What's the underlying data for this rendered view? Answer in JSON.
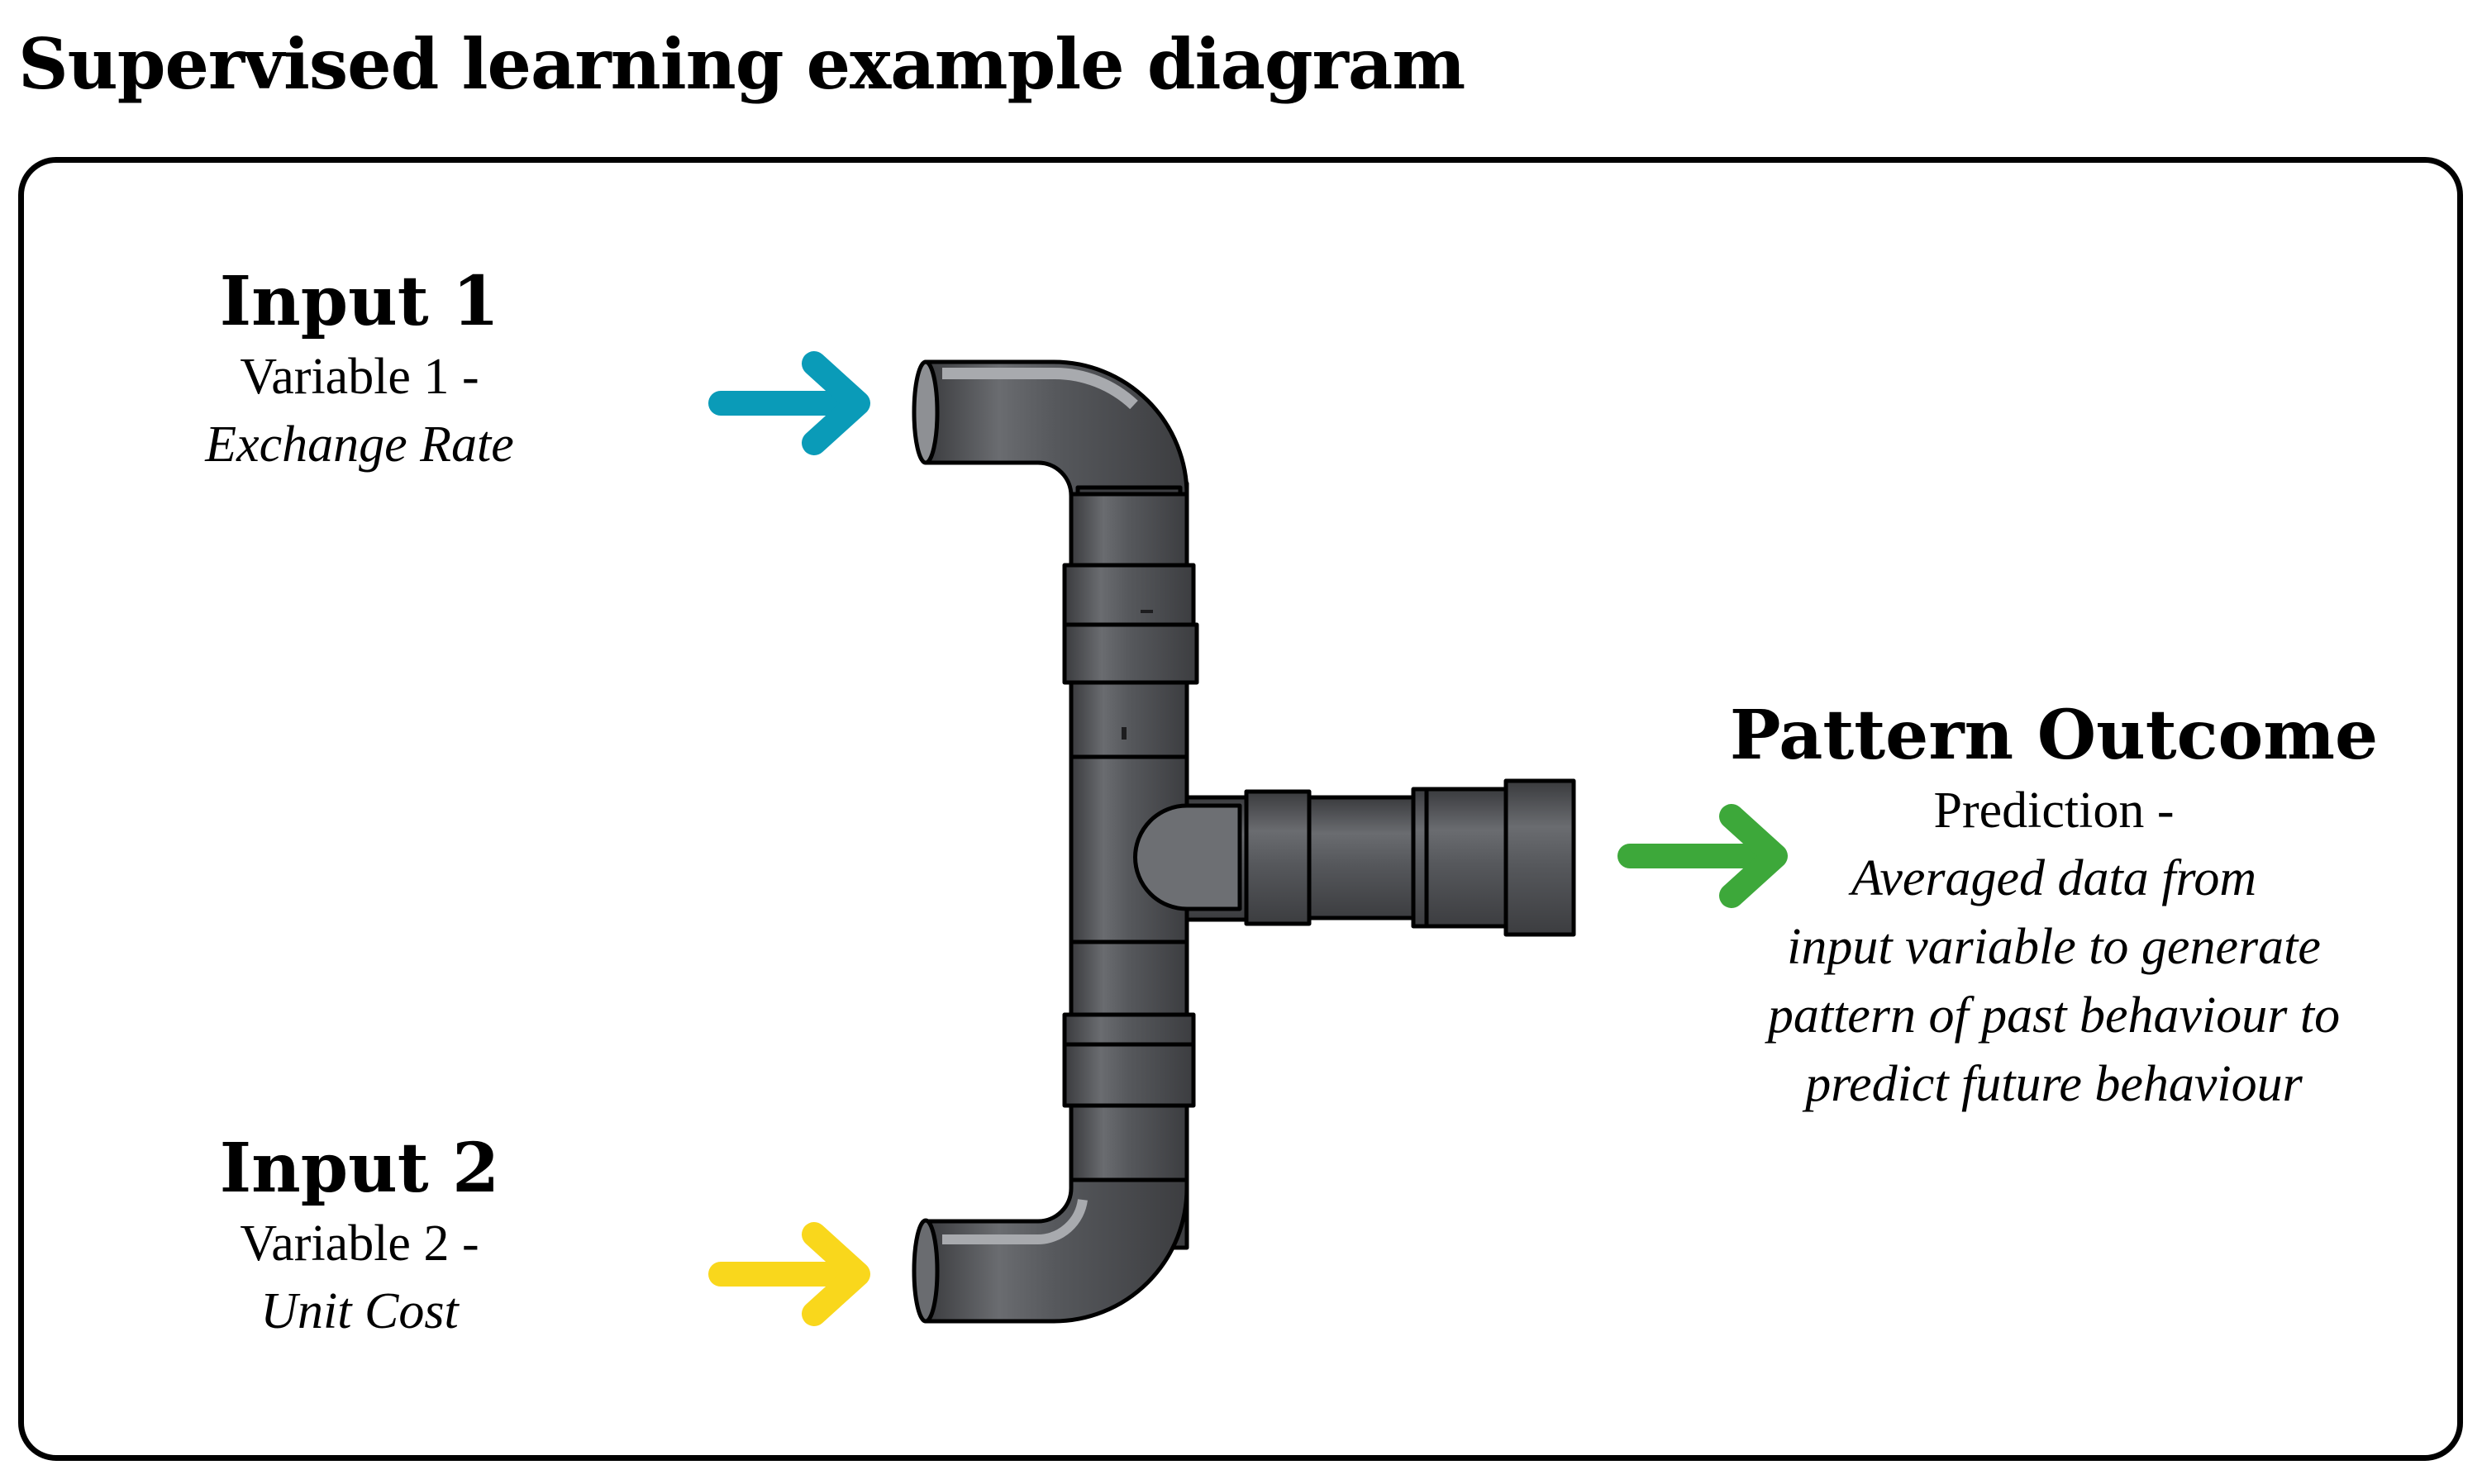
{
  "title": "Supervised learning example diagram",
  "input1": {
    "heading": "Input 1",
    "variable": "Variable 1 -",
    "name": "Exchange Rate"
  },
  "input2": {
    "heading": "Input 2",
    "variable": "Variable 2 -",
    "name": "Unit Cost"
  },
  "outcome": {
    "heading": "Pattern Outcome",
    "label": "Prediction -",
    "description_lines": [
      "Averaged data from",
      "input variable to generate",
      "pattern of past behaviour to",
      "predict future behaviour"
    ]
  },
  "colors": {
    "input1_arrow": "#0A9BB8",
    "input2_arrow": "#F9D71C",
    "outcome_arrow": "#3DA83A",
    "pipe_body": "#54565A",
    "pipe_dark": "#3A3B3E",
    "pipe_highlight": "#9C9EA2",
    "outline": "#000000"
  },
  "icons": {
    "input1_arrow": "arrow-right-icon",
    "input2_arrow": "arrow-right-icon",
    "outcome_arrow": "arrow-right-icon",
    "pipe": "t-pipe-icon"
  }
}
